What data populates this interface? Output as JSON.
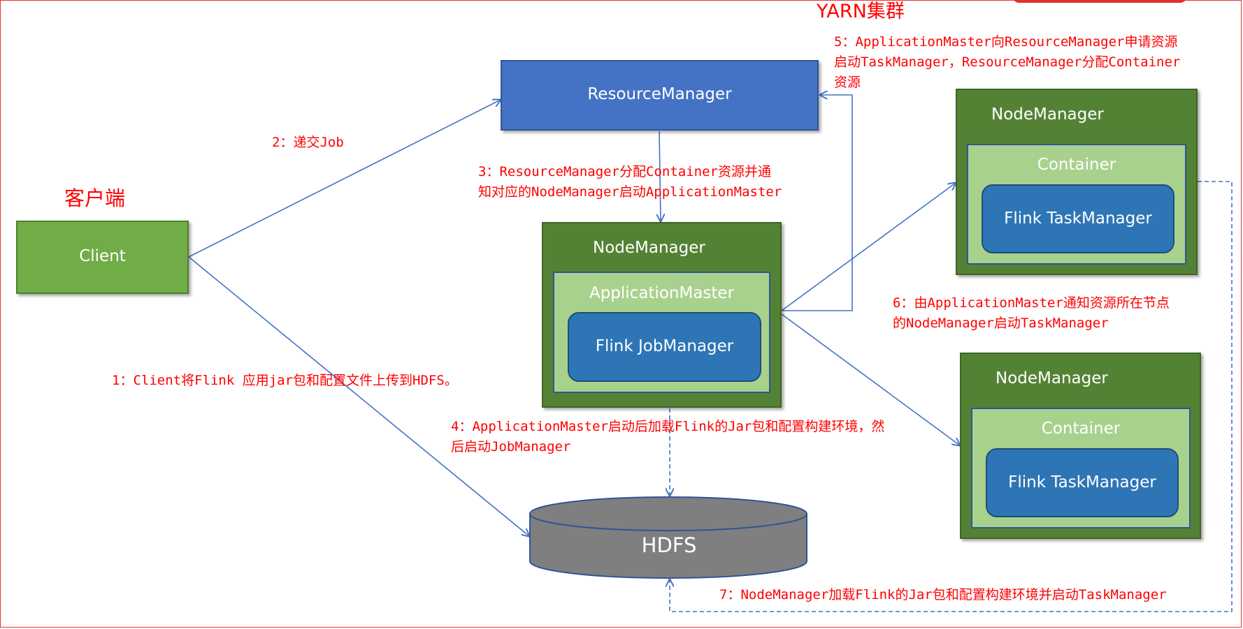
{
  "cluster_title": "YARN集群",
  "client_title": "客户端",
  "client": {
    "label": "Client"
  },
  "resource_manager": {
    "label": "ResourceManager"
  },
  "am_node": {
    "title": "NodeManager",
    "container": "ApplicationMaster",
    "component": "Flink JobManager"
  },
  "tm_node_1": {
    "title": "NodeManager",
    "container": "Container",
    "component": "Flink TaskManager"
  },
  "tm_node_2": {
    "title": "NodeManager",
    "container": "Container",
    "component": "Flink TaskManager"
  },
  "hdfs": {
    "label": "HDFS"
  },
  "steps": {
    "step1": "1：Client将Flink 应用jar包和配置文件上传到HDFS。",
    "step2": "2：递交Job",
    "step3": [
      "3：ResourceManager分配Container资源并通",
      "知对应的NodeManager启动ApplicationMaster"
    ],
    "step4": [
      "4：ApplicationMaster启动后加载Flink的Jar包和配置构建环境，然",
      "后启动JobManager"
    ],
    "step5": [
      "5：ApplicationMaster向ResourceManager申请资源",
      "启动TaskManager，ResourceManager分配Container",
      "资源"
    ],
    "step6": [
      "6：由ApplicationMaster通知资源所在节点",
      "的NodeManager启动TaskManager"
    ],
    "step7": "7：NodeManager加载Flink的Jar包和配置构建环境并启动TaskManager"
  },
  "colors": {
    "annotation": "#ff0000",
    "arrow": "#4472c4",
    "node": "#548235",
    "container": "#a9d18e",
    "component": "#2e75b6",
    "resource_manager": "#4472c4",
    "client": "#70ad47",
    "hdfs": "#7f7f7f"
  }
}
